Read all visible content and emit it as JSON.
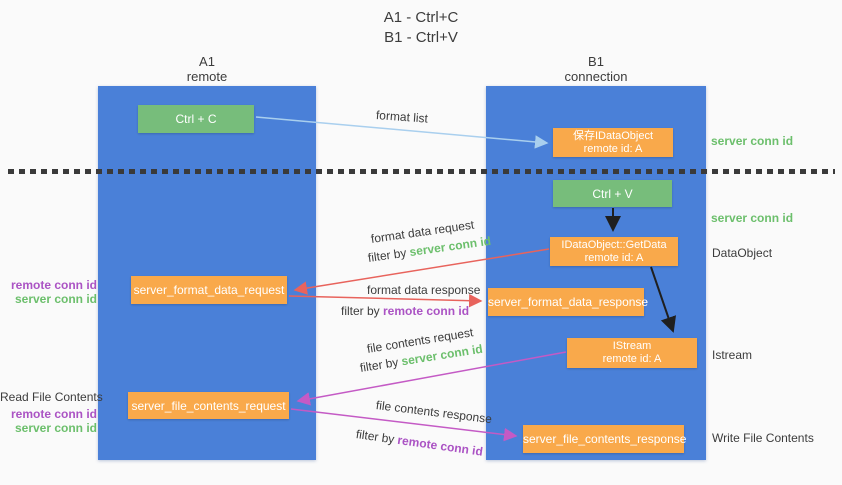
{
  "title": {
    "line1": "A1 - Ctrl+C",
    "line2": "B1 - Ctrl+V"
  },
  "columns": {
    "a1": {
      "name": "A1",
      "subtitle": "remote"
    },
    "b1": {
      "name": "B1",
      "subtitle": "connection"
    }
  },
  "nodes": {
    "ctrl_c": "Ctrl + C",
    "ctrl_v": "Ctrl + V",
    "save_idataobject": {
      "line1": "保存IDataObject",
      "line2": "remote id: A"
    },
    "getdata": {
      "line1": "IDataObject::GetData",
      "line2": "remote id: A"
    },
    "istream": {
      "line1": "IStream",
      "line2": "remote id: A"
    },
    "format_request": "server_format_data_request",
    "format_response": "server_format_data_response",
    "file_request": "server_file_contents_request",
    "file_response": "server_file_contents_response"
  },
  "edge_labels": {
    "format_list": "format list",
    "format_data_request": "format data request",
    "format_data_response": "format data response",
    "file_contents_request": "file contents request",
    "file_contents_response": "file contents response",
    "filter_by": "filter by ",
    "server_conn_id": "server conn id",
    "remote_conn_id": "remote conn id"
  },
  "side_labels": {
    "server_conn_id_top": "server conn id",
    "server_conn_id_mid": "server conn id",
    "dataobject": "DataObject",
    "istream": "Istream",
    "write_file_contents": "Write File Contents",
    "read_file_contents": "Read File Contents",
    "remote_conn_id": "remote conn id",
    "server_conn_id": "server conn id"
  },
  "colors": {
    "panel_blue": "#4a80d8",
    "node_green": "#77bd7b",
    "node_orange": "#f9a94b",
    "arrow_light_blue": "#a9cfee",
    "arrow_red": "#e8635c",
    "arrow_magenta": "#c45ac5",
    "arrow_black": "#1f1f1f",
    "label_green": "#6cbf6c",
    "label_purple": "#ab53c4"
  }
}
